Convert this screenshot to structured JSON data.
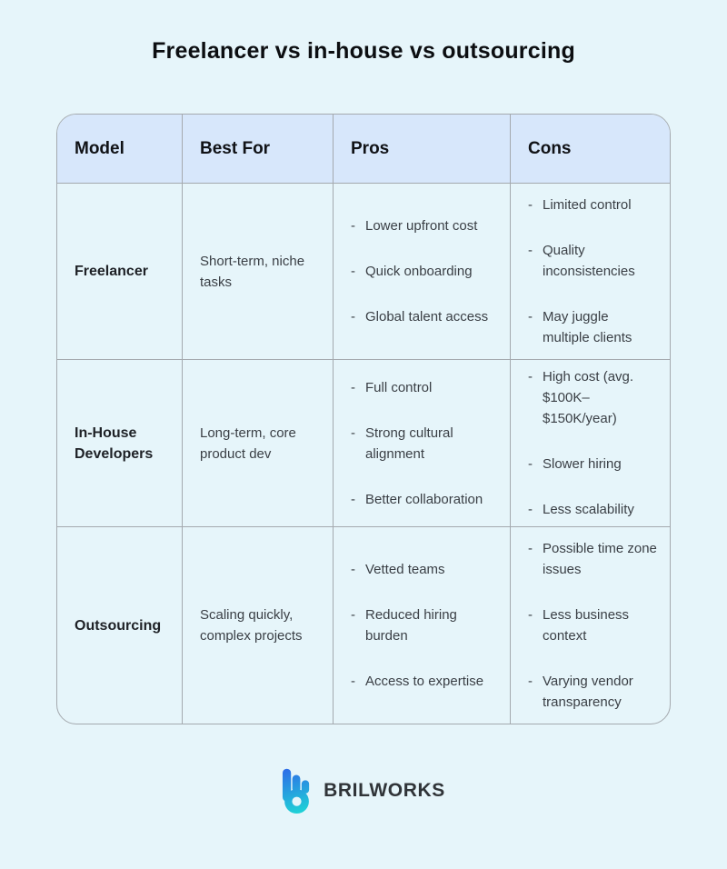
{
  "page": {
    "title": "Freelancer vs in-house vs outsourcing"
  },
  "table": {
    "bullet": "-",
    "headers": [
      "Model",
      "Best For",
      "Pros",
      "Cons"
    ],
    "rows": [
      {
        "model": "Freelancer",
        "best_for": "Short-term, niche tasks",
        "pros": [
          "Lower upfront cost",
          "Quick onboarding",
          "Global talent access"
        ],
        "cons": [
          "Limited control",
          "Quality inconsistencies",
          "May juggle multiple clients"
        ]
      },
      {
        "model": "In-House Developers",
        "best_for": "Long-term, core product dev",
        "pros": [
          "Full control",
          "Strong cultural alignment",
          "Better collaboration"
        ],
        "cons": [
          "High cost (avg. $100K–$150K/year)",
          "Slower hiring",
          "Less scalability"
        ]
      },
      {
        "model": "Outsourcing",
        "best_for": "Scaling quickly, complex projects",
        "pros": [
          "Vetted teams",
          "Reduced hiring burden",
          "Access to expertise"
        ],
        "cons": [
          "Possible time zone issues",
          "Less business context",
          "Varying vendor transparency"
        ]
      }
    ]
  },
  "footer": {
    "brand": "BRILWORKS"
  },
  "colors": {
    "page_background": "#e6f5fa",
    "header_background": "#d7e7fb",
    "grid_line": "#a4a9ae",
    "title_text": "#0c0e11",
    "body_text": "#3a3f45",
    "brand_gradient_start": "#2e6be8",
    "brand_gradient_end": "#1fd4d6",
    "brand_text": "#303438"
  }
}
